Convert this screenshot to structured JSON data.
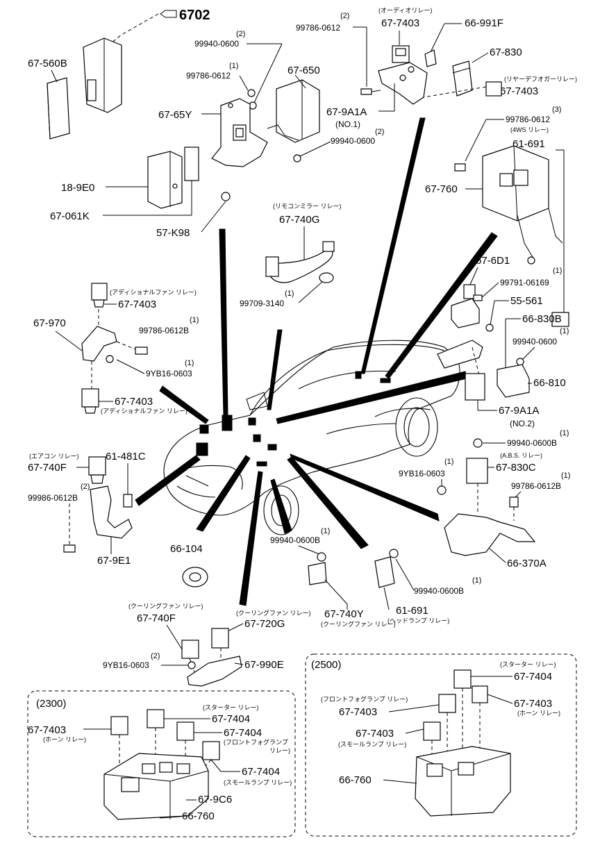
{
  "header_part": "6702",
  "labels": {
    "p_67_560B": "67-560B",
    "q_99940_0600_a": "(2)",
    "p_99940_0600_a": "99940-0600",
    "q_99786_0612_a": "(1)",
    "p_99786_0612_a": "99786-0612",
    "p_67_650": "67-650",
    "p_67_65Y": "67-65Y",
    "q_99940_0600_b": "(2)",
    "p_99940_0600_b": "99940-0600",
    "p_18_9E0": "18-9E0",
    "p_67_061K": "67-061K",
    "p_57_K98": "57-K98",
    "q_99786_0612_top": "(2)",
    "p_99786_0612_top": "99786-0612",
    "jp_audio": "(オーディオリレー)",
    "p_67_7403_top": "67-7403",
    "p_66_991F": "66-991F",
    "p_67_830": "67-830",
    "jp_rear_defogger": "(リヤーデフオガーリレー)",
    "p_67_7403_defog": "67-7403",
    "p_67_9A1A_no1": "67-9A1A",
    "no1": "(NO.1)",
    "q_99786_0612_4ws": "(3)",
    "p_99786_0612_4ws": "99786-0612",
    "jp_4ws": "(4WS リレー)",
    "p_61_691_top": "61-691",
    "p_67_760": "67-760",
    "jp_mirror": "(リモコンミラー リレー)",
    "p_67_740G": "67-740G",
    "q_99709_3140": "(1)",
    "p_99709_3140": "99709-3140",
    "p_67_6D1": "67-6D1",
    "q_99791_06169": "(1)",
    "p_99791_06169": "99791-06169",
    "p_55_561": "55-561",
    "p_66_830B": "66-830B",
    "q_99940_0600_c": "(1)",
    "p_99940_0600_c": "99940-0600",
    "p_66_810": "66-810",
    "p_67_9A1A_no2": "67-9A1A",
    "no2": "(NO.2)",
    "jp_additional_fan_1": "(アディショナルファン リレー)",
    "p_67_7403_fan1": "67-7403",
    "p_67_970": "67-970",
    "q_99786_0612B_a": "(1)",
    "p_99786_0612B_a": "99786-0612B",
    "q_9YB16_0603_a": "(1)",
    "p_9YB16_0603_a": "9YB16-0603",
    "p_67_7403_fan2": "67-7403",
    "jp_additional_fan_2": "(アディショナルファン リレー)",
    "jp_aircon": "(エアコン リレー)",
    "p_67_740F": "67-740F",
    "q_99986_0612B": "(2)",
    "p_99986_0612B": "99986-0612B",
    "p_61_481C": "61-481C",
    "p_67_9E1": "67-9E1",
    "p_66_104": "66-104",
    "q_99940_0600B_a": "(1)",
    "p_99940_0600B_a": "99940-0600B",
    "jp_abs": "(A.B.S. リレー)",
    "p_67_830C": "67-830C",
    "q_9YB16_0603_b": "(1)",
    "p_9YB16_0603_b": "9YB16-0603",
    "q_99786_0612B_b": "(1)",
    "p_99786_0612B_b": "99786-0612B",
    "p_66_370A": "66-370A",
    "q_99940_0600B_b": "(1)",
    "p_99940_0600B_b": "99940-0600B",
    "q_99940_0600B_c": "(1)",
    "p_99940_0600B_c": "99940-0600B",
    "p_61_691_head": "61-691",
    "jp_headlamp": "(ヘッドランプ リレー)",
    "p_67_740Y": "67-740Y",
    "jp_cooling_fan_y": "(クーリングファン リレー)",
    "jp_cooling_fan_f": "(クーリングファン リレー)",
    "p_67_740F_cool": "67-740F",
    "jp_cooling_fan_g": "(クーリングファン リレー)",
    "p_67_720G": "67-720G",
    "q_9YB16_0603_c": "(2)",
    "p_9YB16_0603_c": "9YB16-0603",
    "p_67_990E": "67-990E",
    "sec_2300": "(2300)",
    "p_67_7403_horn_2300": "67-7403",
    "jp_horn_2300": "(ホーン リレー)",
    "jp_starter_2300": "(スターター リレー)",
    "p_67_7404_starter_2300": "67-7404",
    "p_67_7404_fog_2300": "67-7404",
    "jp_fog_2300_a": "(フロントフォグランプ",
    "jp_fog_2300_b": "リレー)",
    "p_67_7404_small_2300": "67-7404",
    "jp_small_2300": "(スモールランプ リレー)",
    "p_67_9C6": "67-9C6",
    "p_66_760_2300": "66-760",
    "sec_2500": "(2500)",
    "jp_starter_2500": "(スターター リレー)",
    "p_67_7404_starter_2500": "67-7404",
    "jp_fog_2500": "(フロントフォグランプ リレー)",
    "p_67_7403_fog_2500": "67-7403",
    "p_67_7403_horn_2500": "67-7403",
    "jp_horn_2500": "(ホーン リレー)",
    "p_67_7403_small_2500": "67-7403",
    "jp_small_2500": "(スモールランプ リレー)",
    "p_66_760_2500": "66-760"
  }
}
